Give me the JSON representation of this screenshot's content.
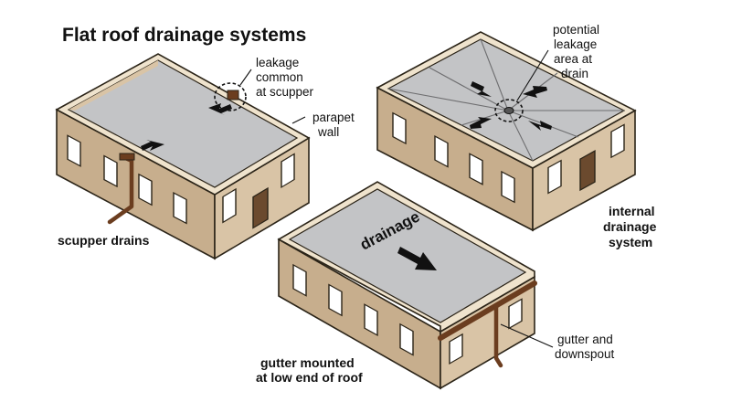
{
  "title": "Flat roof drainage systems",
  "labels": {
    "leakage_scupper": [
      "leakage",
      "common",
      "at scupper"
    ],
    "parapet_wall": [
      "parapet",
      "wall"
    ],
    "scupper_drains": "scupper drains",
    "potential_leakage": [
      "potential",
      "leakage",
      "area at",
      "drain"
    ],
    "internal_drainage": [
      "internal",
      "drainage",
      "system"
    ],
    "drainage_arrow": "drainage",
    "gutter_mounted": [
      "gutter mounted",
      "at low end of roof"
    ],
    "gutter_downspout": [
      "gutter and",
      "downspout"
    ]
  },
  "colors": {
    "wall": "#d9c4a6",
    "wall_dark": "#c7ae8d",
    "parapet_top": "#efe3cd",
    "roof": "#c3c4c6",
    "outline": "#2b2418",
    "window_glass": "#ffffff",
    "door": "#6b4a2e",
    "pipe": "#6b3d1f",
    "arrow": "#111111"
  },
  "icons": [
    "flow-arrow-icon",
    "leak-circle-icon",
    "roof-drain-icon"
  ]
}
